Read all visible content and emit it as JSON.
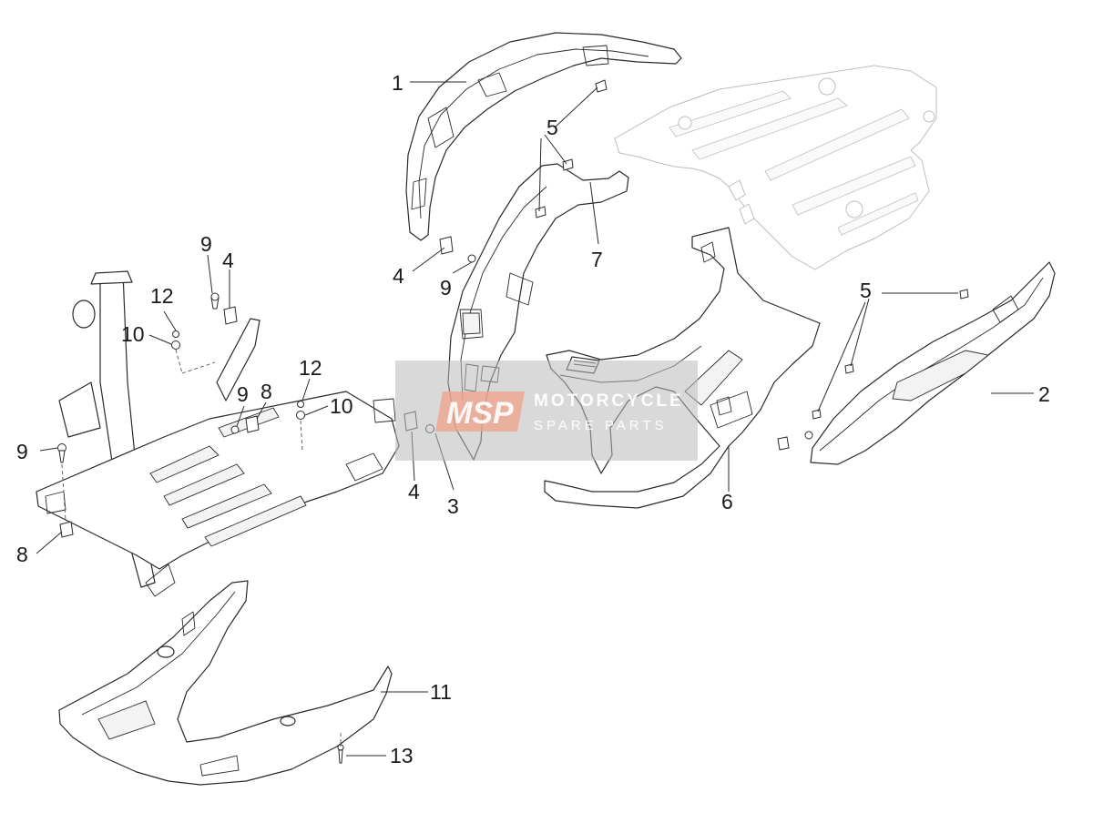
{
  "callouts": [
    {
      "label": "1"
    },
    {
      "label": "5"
    },
    {
      "label": "7"
    },
    {
      "label": "4"
    },
    {
      "label": "9"
    },
    {
      "label": "9"
    },
    {
      "label": "4"
    },
    {
      "label": "12"
    },
    {
      "label": "10"
    },
    {
      "label": "12"
    },
    {
      "label": "9"
    },
    {
      "label": "8"
    },
    {
      "label": "10"
    },
    {
      "label": "9"
    },
    {
      "label": "8"
    },
    {
      "label": "4"
    },
    {
      "label": "3"
    },
    {
      "label": "6"
    },
    {
      "label": "5"
    },
    {
      "label": "2"
    },
    {
      "label": "11"
    },
    {
      "label": "13"
    }
  ],
  "watermark": {
    "logo_text": "MSP",
    "line1": "MOTORCYCLE",
    "line2": "SPARE PARTS"
  }
}
